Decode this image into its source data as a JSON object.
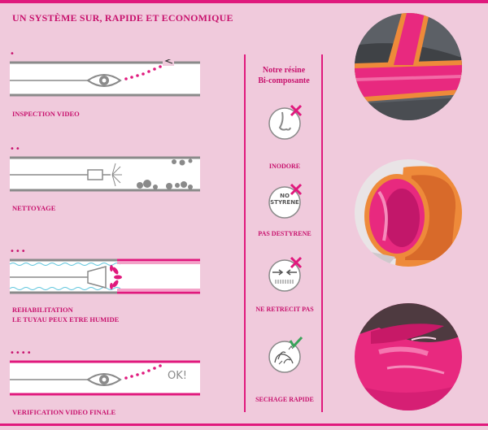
{
  "title": "UN SYSTÈME SUR, RAPIDE ET ECONOMIQUE",
  "steps": [
    {
      "dots": "•",
      "label": "INSPECTION VIDEO"
    },
    {
      "dots": "••",
      "label": "NETTOYAGE"
    },
    {
      "dots": "•••",
      "label": "REHABILITATION",
      "sublabel": "LE TUYAU PEUX ETRE HUMIDE"
    },
    {
      "dots": "••••",
      "label": "VERIFICATION VIDEO FINALE",
      "ok_text": "OK!"
    }
  ],
  "resin": {
    "title_line1": "Notre résine",
    "title_line2": "Bi-composante"
  },
  "features": [
    {
      "label": "INODORE",
      "icon": "nose-icon",
      "badge": "cross-icon"
    },
    {
      "label": "PAS DESTYRENE",
      "icon": "no-styrene-icon",
      "badge": "cross-icon",
      "icon_text_1": "NO",
      "icon_text_2": "STYRENE"
    },
    {
      "label": "NE RETRECIT PAS",
      "icon": "shrink-arrows-icon",
      "badge": "cross-icon"
    },
    {
      "label": "SECHAGE RAPIDE",
      "icon": "drying-icon",
      "badge": "check-icon"
    }
  ],
  "photos": [
    {
      "icon": "pipe-junction-photo"
    },
    {
      "icon": "pipe-liner-photo"
    },
    {
      "icon": "resin-surface-photo"
    }
  ],
  "colors": {
    "accent": "#e0197d",
    "background": "#f0cadc",
    "gray": "#8a8a8a",
    "check": "#3aa35a"
  }
}
